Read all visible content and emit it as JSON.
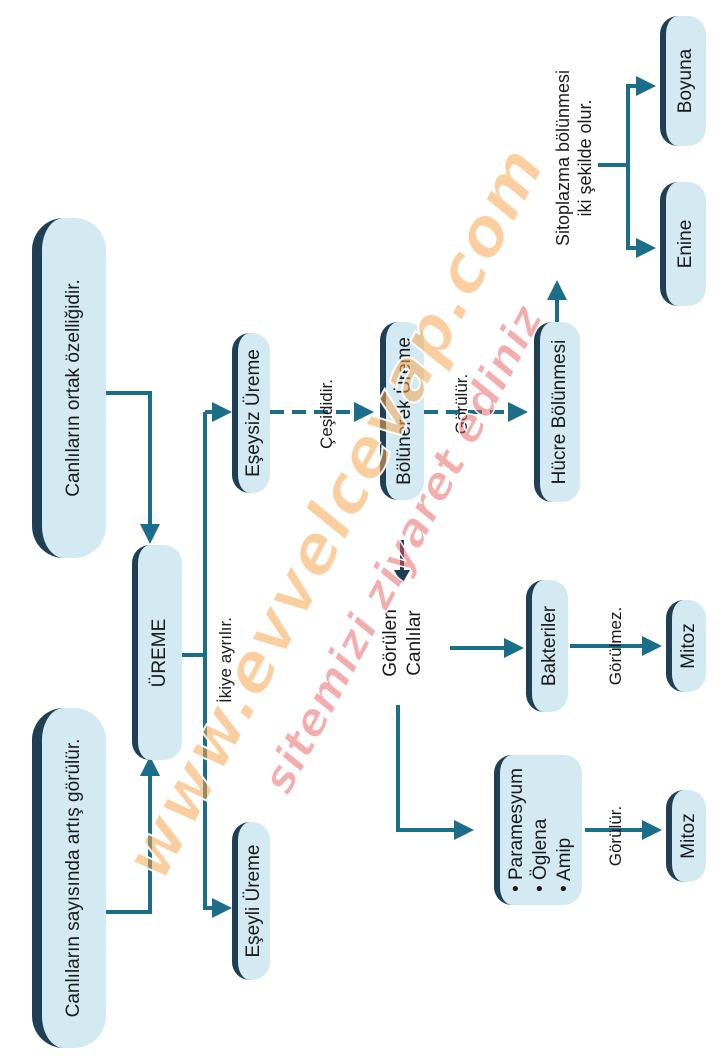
{
  "nodes": {
    "ortak": "Canlıların ortak özelliğidir.",
    "artis": "Canlıların sayısında artış görülür.",
    "ureme": "ÜREME",
    "eseysiz": "Eşeysiz Üreme",
    "eseyli": "Eşeyli Üreme",
    "bolunerek": "Bölünerek Üreme",
    "hucre": "Hücre Bölünmesi",
    "sitoplazma_line1": "Sitoplazma bölünmesi",
    "sitoplazma_line2": "iki şekilde olur.",
    "boyuna": "Boyuna",
    "enine": "Enine",
    "gorulen_line1": "Görülen",
    "gorulen_line2": "Canlılar",
    "bakteriler": "Bakteriler",
    "mitoz_top": "Mitoz",
    "mitoz_bottom": "Mitoz",
    "organisms": [
      "Paramesyum",
      "Öglena",
      "Amip"
    ]
  },
  "labels": {
    "ikiye": "İkiye ayrılır.",
    "cesididir": "Çeşididir.",
    "gorulur_top": "Görülür.",
    "gorulmez": "Görülmez.",
    "gorulur_bottom": "Görülür."
  },
  "watermark": {
    "line1": "www.evvelcevap.com",
    "line2": "sitemizi ziyaret ediniz"
  },
  "colors": {
    "node_fill": "#d4eaf3",
    "node_shadow": "#1f3f54",
    "arrow": "#1b6e8a"
  }
}
